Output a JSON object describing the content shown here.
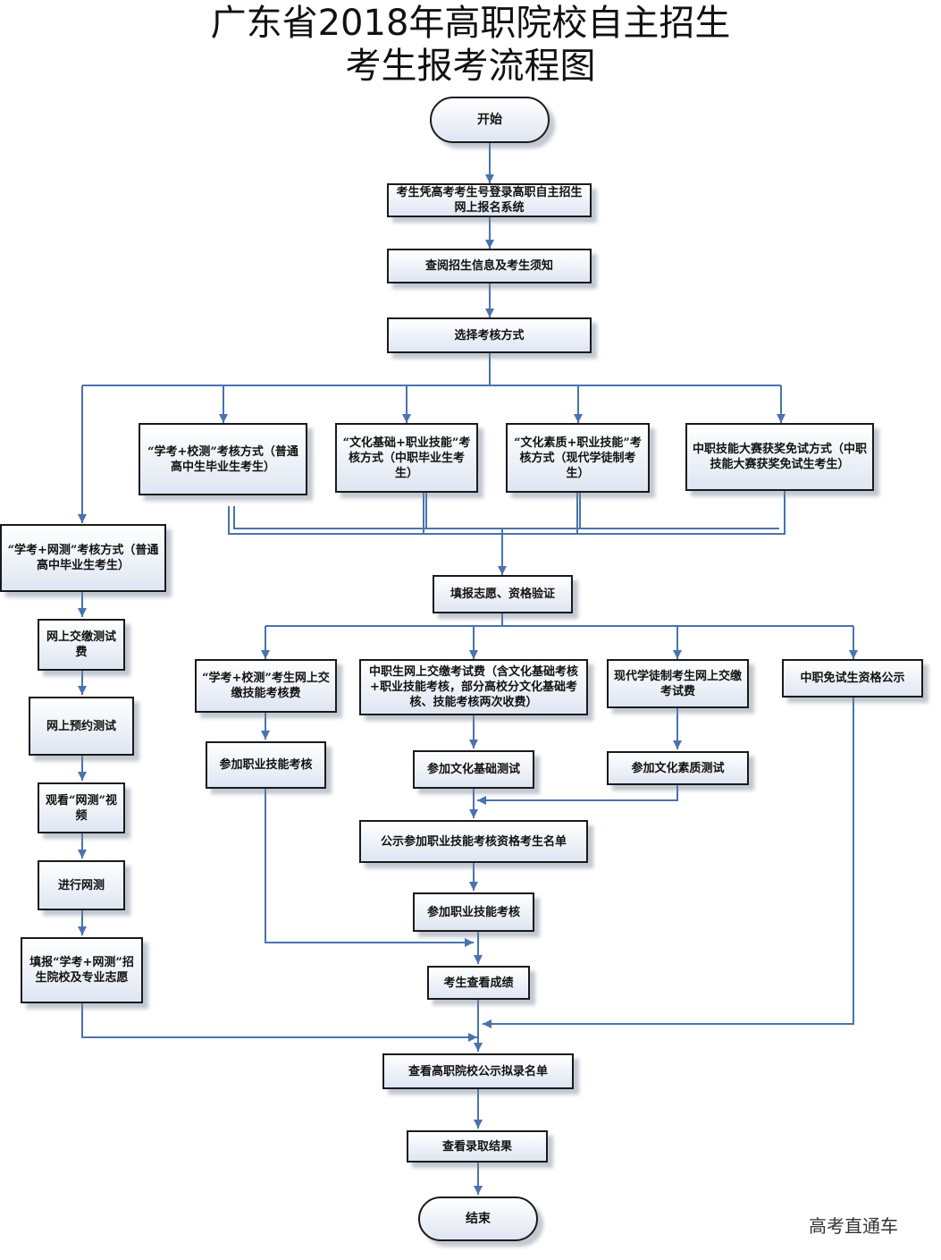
{
  "title": {
    "line1": "广东省2018年高职院校自主招生",
    "line2": "考生报考流程图"
  },
  "nodes": {
    "start": "开始",
    "login": "考生凭高考考生号登录高职自主招生网上报名系统",
    "read_info": "查阅招生信息及考生须知",
    "choose_method": "选择考核方式",
    "method_xuekao_xiaoce": "“学考+校测”考核方式（普通高中生毕业生考生）",
    "method_culture_skill": "“文化基础+职业技能”考核方式（中职毕业生考生）",
    "method_quality_skill": "“文化素质+职业技能”考核方式（现代学徒制考生）",
    "method_exempt": "中职技能大赛获奖免试方式（中职技能大赛获奖免试生考生）",
    "method_xuekao_wangce": "“学考+网测”考核方式（普通高中毕业生考生）",
    "wc_pay": "网上交缴测试费",
    "wc_book": "网上预约测试",
    "wc_video": "观看“网测”视频",
    "wc_test": "进行网测",
    "wc_apply": "填报“学考+网测”招生院校及专业志愿",
    "fill_apply": "填报志愿、资格验证",
    "pay_skill": "“学考+校测”考生网上交缴技能考核费",
    "pay_zhongzhi": "中职生网上交缴考试费（含文化基础考核+职业技能考核，部分高校分文化基础考核、技能考核两次收费）",
    "pay_apprentice": "现代学徒制考生网上交缴考试费",
    "exempt_notice": "中职免试生资格公示",
    "join_skill_left": "参加职业技能考核",
    "join_culture": "参加文化基础测试",
    "join_quality": "参加文化素质测试",
    "notice_list": "公示参加职业技能考核资格考生名单",
    "join_skill_center": "参加职业技能考核",
    "check_score": "考生查看成绩",
    "check_admit_list": "查看高职院校公示拟录名单",
    "check_result": "查看录取结果",
    "end": "结束"
  },
  "colors": {
    "connector": "#4a73ae",
    "border": "#1a1a1a",
    "fill_top": "#ffffff",
    "fill_bottom": "#dfe6f2"
  },
  "watermark": "高考直通车"
}
